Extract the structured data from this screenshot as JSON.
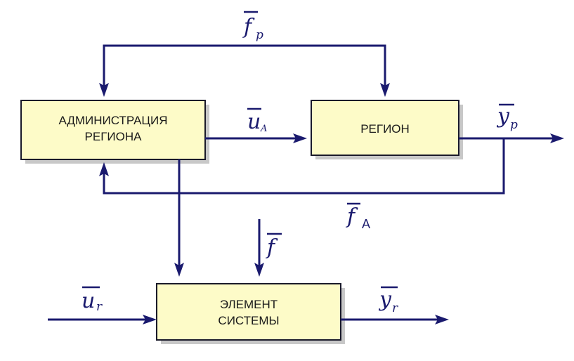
{
  "diagram": {
    "colors": {
      "line": "#1a1a6e",
      "box_fill": "#fdfbc8",
      "box_border": "#1a1a2a",
      "shadow": "#9a9a9a"
    },
    "blocks": {
      "admin": {
        "line1": "АДМИНИСТРАЦИЯ",
        "line2": "РЕГИОНА"
      },
      "region": {
        "label": "РЕГИОН"
      },
      "element": {
        "line1": "ЭЛЕМЕНТ",
        "line2": "СИСТЕМЫ"
      }
    },
    "variables": {
      "f_p": {
        "symbol": "f",
        "subscript": "p"
      },
      "u_A": {
        "symbol": "u",
        "subscript": "A"
      },
      "y_p": {
        "symbol": "y",
        "subscript": "p"
      },
      "f_A": {
        "symbol": "f",
        "subscript": "A"
      },
      "f": {
        "symbol": "f"
      },
      "u_r": {
        "symbol": "u",
        "subscript": "r"
      },
      "y_r": {
        "symbol": "y",
        "subscript": "r"
      }
    }
  }
}
